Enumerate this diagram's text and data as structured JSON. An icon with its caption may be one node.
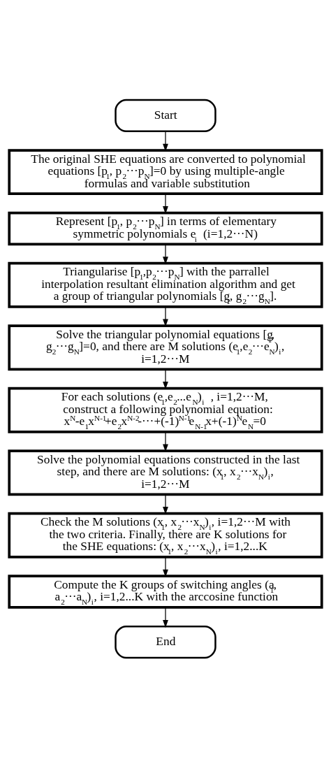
{
  "diagram": {
    "nodes": [
      {
        "text": [
          "Start"
        ]
      },
      {
        "text": [
          "The original SHE equations are converted to polynomial equations [p$_{1}$, p$_{2}$···p$_{N}$]=0 by using multiple-angle formulas and variable substitution"
        ]
      },
      {
        "text": [
          "Represent [p$_{1}$, p$_{2}$···p$_{N}$] in terms of elementary symmetric polynomials e$_{i}$ (i=1,2···N)"
        ]
      },
      {
        "text": [
          "Triangularise [p$_{1}$,p$_{2}$···p$_{N}$] with the parrallel interpolation resultant elimination algorithm and get a group of triangular polynomials [g$_{1}$, g$_{2}$···g$_{N}$]."
        ]
      },
      {
        "text": [
          "Solve the triangular polynomial equations [g$_{1}$, g$_{2}$···g$_{N}$]=0, and there are M solutions (e$_{1}$,e$_{2}$···e$_{N}$)$_{i}$, i=1,2···M"
        ]
      },
      {
        "text": [
          "For each solutions (e$_{1}$,e$_{2}$...e$_{N}$)$_{i}$ , i=1,2···M, construct a following polynomial equation: x$^{N}$-e$_{1}$x$^{N-1}$+e$_{2}$x$^{N-2}$-···+(-1)$^{N-1}$e$_{N-1}$x+(-1)$^{N}$e$_{N}$=0"
        ]
      },
      {
        "text": [
          "Solve the polynomial equations constructed in the last step, and there are M solutions: (x$_{1}$, x$_{2}$···x$_{N}$)$_{i}$, i=1,2···M"
        ]
      },
      {
        "text": [
          "Check the M solutions (x$_{1}$, x$_{2}$···x$_{N}$)$_{i}$, i=1,2···M with the two criteria. Finally, there are K solutions for the SHE equations: (x$_{1}$, x$_{2}$···x$_{N}$)$_{i}$, i=1,2...K"
        ]
      },
      {
        "text": [
          "Compute the K groups of switching angles (a$_{1}$, a$_{2}$···a$_{N}$)$_{i}$, i=1,2...K with the arccosine function"
        ]
      },
      {
        "text": [
          "End"
        ]
      }
    ],
    "edges": [
      {
        "from": 0,
        "to": 1,
        "arrow": "to"
      },
      {
        "from": 1,
        "to": 2,
        "arrow": "to"
      },
      {
        "from": 2,
        "to": 3,
        "arrow": "to"
      },
      {
        "from": 3,
        "to": 4,
        "arrow": "to"
      },
      {
        "from": 4,
        "to": 5,
        "arrow": "to"
      },
      {
        "from": 5,
        "to": 6,
        "arrow": "to"
      },
      {
        "from": 6,
        "to": 7,
        "arrow": "to"
      },
      {
        "from": 7,
        "to": 8,
        "arrow": "to"
      },
      {
        "from": 8,
        "to": 9,
        "arrow": "to"
      }
    ]
  }
}
